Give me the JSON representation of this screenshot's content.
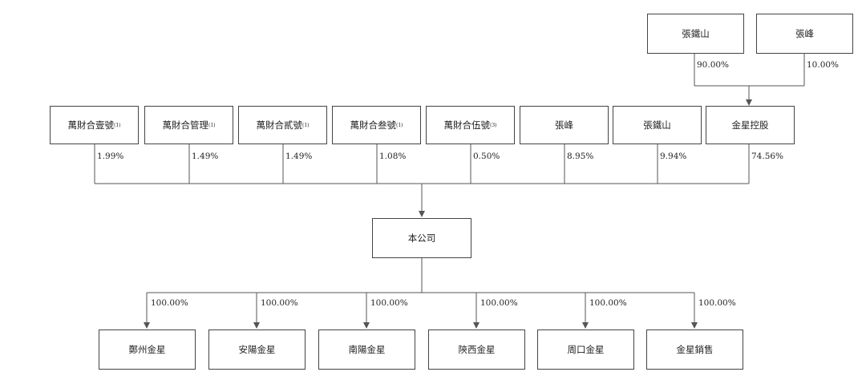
{
  "top_owners": [
    {
      "name": "張鐵山",
      "pct": "90.00%"
    },
    {
      "name": "張峰",
      "pct": "10.00%"
    }
  ],
  "shareholders": [
    {
      "name": "萬財合壹號",
      "note": "(1)",
      "pct": "1.99%"
    },
    {
      "name": "萬財合管理",
      "note": "(1)",
      "pct": "1.49%"
    },
    {
      "name": "萬財合貳號",
      "note": "(1)",
      "pct": "1.49%"
    },
    {
      "name": "萬財合叁號",
      "note": "(1)",
      "pct": "1.08%"
    },
    {
      "name": "萬財合伍號",
      "note": "(3)",
      "pct": "0.50%"
    },
    {
      "name": "張峰",
      "note": "",
      "pct": "8.95%"
    },
    {
      "name": "張鐵山",
      "note": "",
      "pct": "9.94%"
    },
    {
      "name": "金星控股",
      "note": "",
      "pct": "74.56%"
    }
  ],
  "company": {
    "name": "本公司"
  },
  "subsidiaries": [
    {
      "name": "鄭州金星",
      "pct": "100.00%"
    },
    {
      "name": "安陽金星",
      "pct": "100.00%"
    },
    {
      "name": "南陽金星",
      "pct": "100.00%"
    },
    {
      "name": "陝西金星",
      "pct": "100.00%"
    },
    {
      "name": "周口金星",
      "pct": "100.00%"
    },
    {
      "name": "金星銷售",
      "pct": "100.00%"
    }
  ]
}
